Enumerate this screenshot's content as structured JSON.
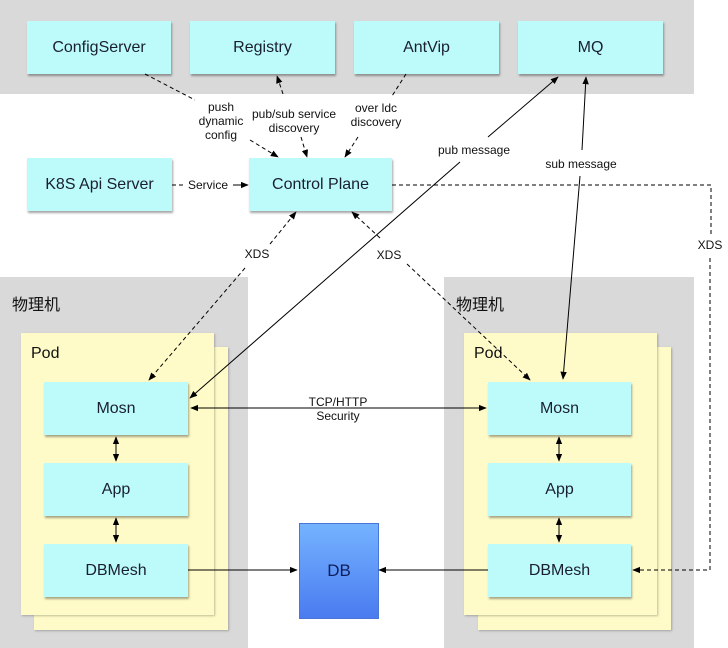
{
  "top_services": [
    {
      "id": "configserver",
      "label": "ConfigServer"
    },
    {
      "id": "registry",
      "label": "Registry"
    },
    {
      "id": "antvip",
      "label": "AntVip"
    },
    {
      "id": "mq",
      "label": "MQ"
    }
  ],
  "control": {
    "k8s_label": "K8S Api Server",
    "control_plane_label": "Control Plane"
  },
  "hosts": [
    {
      "title": "物理机",
      "pod_title": "Pod",
      "components": [
        "Mosn",
        "App",
        "DBMesh"
      ]
    },
    {
      "title": "物理机",
      "pod_title": "Pod",
      "components": [
        "Mosn",
        "App",
        "DBMesh"
      ]
    }
  ],
  "db": {
    "label": "DB"
  },
  "edge_labels": {
    "push_config": "push\ndynamic\nconfig",
    "pubsub_discovery": "pub/sub service\ndiscovery",
    "ldc_discovery": "over ldc\ndiscovery",
    "service": "Service",
    "xds_left": "XDS",
    "xds_mid": "XDS",
    "xds_right": "XDS",
    "pub_message": "pub message",
    "sub_message": "sub message",
    "mosn_link": "TCP/HTTP\nSecurity"
  },
  "colors": {
    "node_fill": "#bdfbfb",
    "pod_fill": "#fefbc8",
    "region_fill": "#d9d9d9",
    "db_top": "#74b3ff",
    "db_bottom": "#4a7bf0"
  }
}
